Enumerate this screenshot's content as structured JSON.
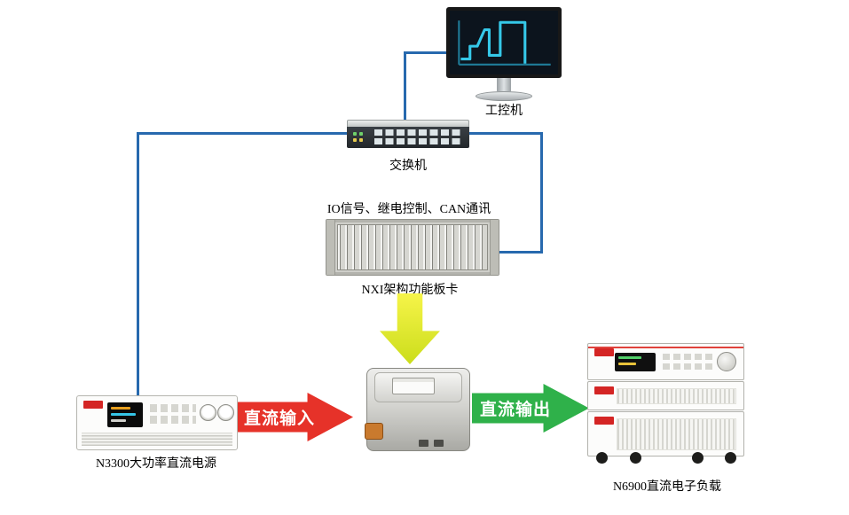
{
  "palette": {
    "line_blue": "#2769ae",
    "arrow_red": "#e63229",
    "arrow_green": "#2fb14a",
    "arrow_yellow_1": "#f6f449",
    "arrow_yellow_2": "#cbdd1b",
    "wave_cyan": "#35c8e8",
    "logo_red": "#d42524"
  },
  "nodes": {
    "industrial_pc": {
      "label": "工控机"
    },
    "switch": {
      "label": "交换机"
    },
    "nxi_rack": {
      "label": "NXI架构功能板卡",
      "caption": "IO信号、继电控制、CAN通讯"
    },
    "psu": {
      "label": "N3300大功率直流电源"
    },
    "eload": {
      "label": "N6900直流电子负载"
    }
  },
  "arrows": {
    "dc_input": {
      "label": "直流输入"
    },
    "dc_output": {
      "label": "直流输出"
    }
  }
}
